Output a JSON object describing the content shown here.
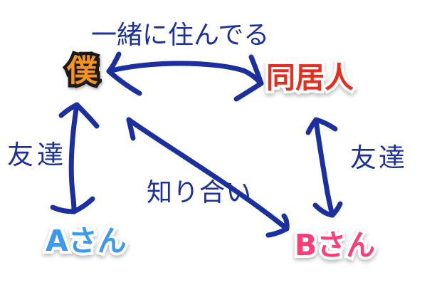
{
  "canvas": {
    "background_color": "#ffffff",
    "ink_color": "#1b2f9e"
  },
  "nodes": [
    {
      "id": "me",
      "label": "僕",
      "color": "#f7941e",
      "outline_color": "#1a1a1a"
    },
    {
      "id": "housemate",
      "label": "同居人",
      "color": "#e72d1d",
      "outline_color": "#ffffff"
    },
    {
      "id": "a-san",
      "label": "Aさん",
      "color": "#3b99ee",
      "outline_color": "#ffffff"
    },
    {
      "id": "b-san",
      "label": "Bさん",
      "color": "#fb3e78",
      "outline_color": "#ffffff"
    }
  ],
  "edges": [
    {
      "from": "僕",
      "to": "同居人",
      "label": "一緒に住んでる",
      "style": "double-headed-arrow"
    },
    {
      "from": "僕",
      "to": "Aさん",
      "label": "友達",
      "style": "double-headed-arrow"
    },
    {
      "from": "同居人",
      "to": "Bさん",
      "label": "友達",
      "style": "double-headed-arrow"
    },
    {
      "from": "僕",
      "to": "Bさん",
      "label": "知り合い",
      "style": "double-headed-arrow"
    }
  ]
}
